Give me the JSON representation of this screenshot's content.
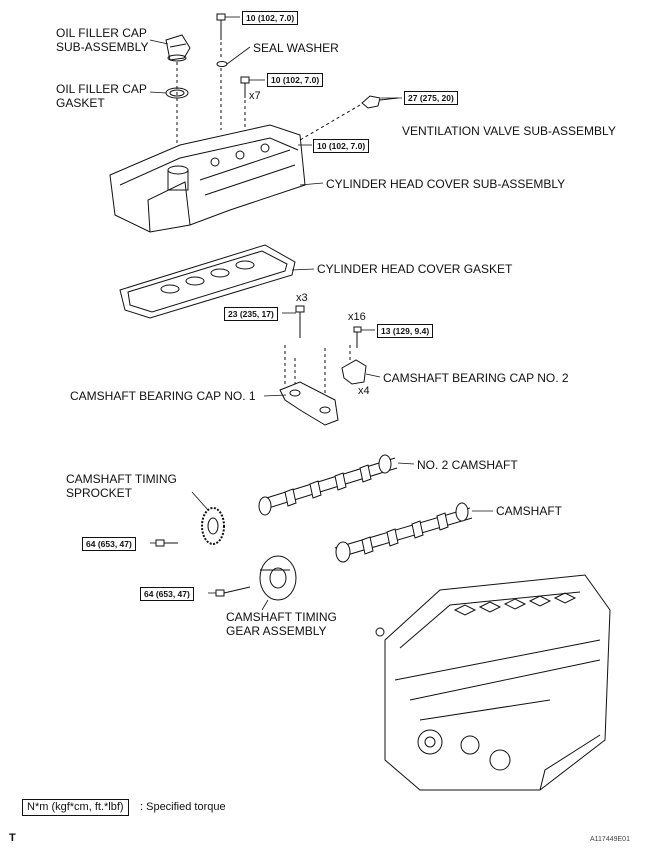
{
  "labels": {
    "oil_filler_cap": "OIL FILLER CAP",
    "oil_filler_cap_sub": "SUB-ASSEMBLY",
    "seal_washer": "SEAL WASHER",
    "oil_filler_cap_gasket_1": "OIL FILLER CAP",
    "oil_filler_cap_gasket_2": "GASKET",
    "ventilation_valve": "VENTILATION VALVE SUB-ASSEMBLY",
    "cylinder_head_cover": "CYLINDER HEAD COVER SUB-ASSEMBLY",
    "cylinder_head_cover_gasket": "CYLINDER HEAD COVER GASKET",
    "camshaft_bearing_cap_2": "CAMSHAFT BEARING CAP NO. 2",
    "camshaft_bearing_cap_1": "CAMSHAFT BEARING CAP NO. 1",
    "camshaft_timing_sprocket_1": "CAMSHAFT TIMING",
    "camshaft_timing_sprocket_2": "SPROCKET",
    "no2_camshaft": "NO. 2 CAMSHAFT",
    "camshaft": "CAMSHAFT",
    "timing_gear_1": "CAMSHAFT TIMING",
    "timing_gear_2": "GEAR ASSEMBLY"
  },
  "torques": {
    "top_bolt": "10 (102, 7.0)",
    "cover_bolts": "10 (102, 7.0)",
    "ventilation": "27 (275, 20)",
    "cover_nut": "10 (102, 7.0)",
    "bearing_cap_1": "23 (235, 17)",
    "bearing_cap_2": "13 (129, 9.4)",
    "sprocket": "64 (653, 47)",
    "timing_gear": "64 (653, 47)"
  },
  "multipliers": {
    "cover_bolts": "x7",
    "cap1_bolts": "x3",
    "cap2_bolts": "x16",
    "cap2_count": "x4"
  },
  "legend": {
    "unit": "N*m (kgf*cm, ft.*lbf)",
    "text": ": Specified torque"
  },
  "footer": {
    "corner": "T",
    "code": "A117449E01"
  }
}
